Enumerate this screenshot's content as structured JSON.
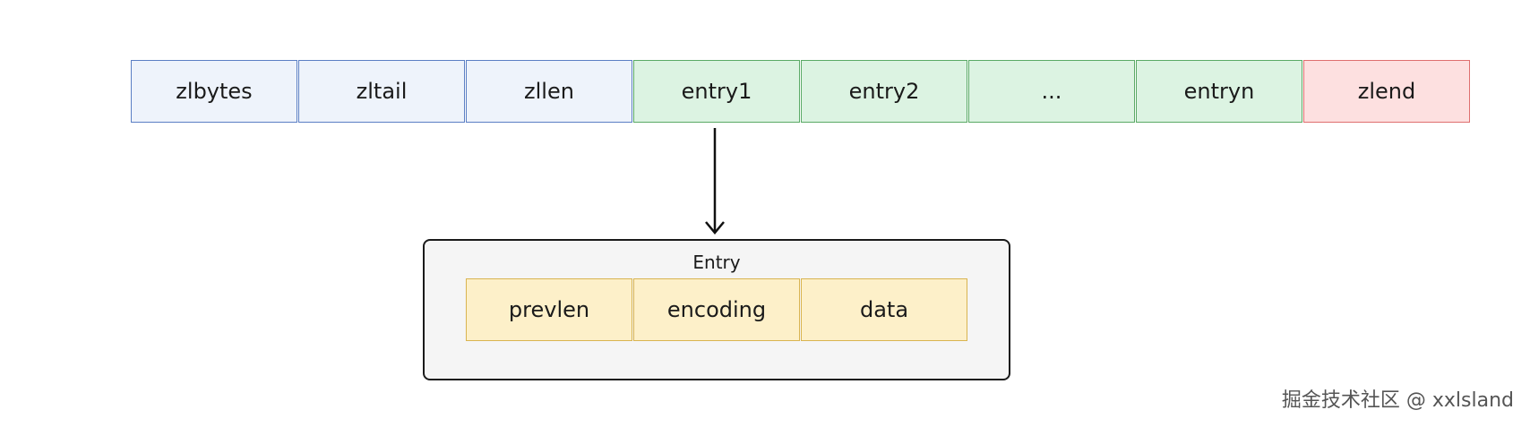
{
  "ziplist": {
    "cells": [
      {
        "label": "zlbytes",
        "kind": "header"
      },
      {
        "label": "zltail",
        "kind": "header"
      },
      {
        "label": "zllen",
        "kind": "header"
      },
      {
        "label": "entry1",
        "kind": "entry"
      },
      {
        "label": "entry2",
        "kind": "entry"
      },
      {
        "label": "...",
        "kind": "entry"
      },
      {
        "label": "entryn",
        "kind": "entry"
      },
      {
        "label": "zlend",
        "kind": "end"
      }
    ]
  },
  "entry": {
    "title": "Entry",
    "fields": [
      {
        "label": "prevlen"
      },
      {
        "label": "encoding"
      },
      {
        "label": "data"
      }
    ]
  },
  "watermark": "掘金技术社区 @ xxlsland",
  "colors": {
    "header_fill": "#eef3fb",
    "header_border": "#5b7fc4",
    "entry_fill": "#dcf3e2",
    "entry_border": "#5aaa66",
    "end_fill": "#fde0e0",
    "end_border": "#df6f6f",
    "field_fill": "#fdf0c9",
    "field_border": "#d9b450",
    "entry_box_fill": "#f5f5f5"
  }
}
